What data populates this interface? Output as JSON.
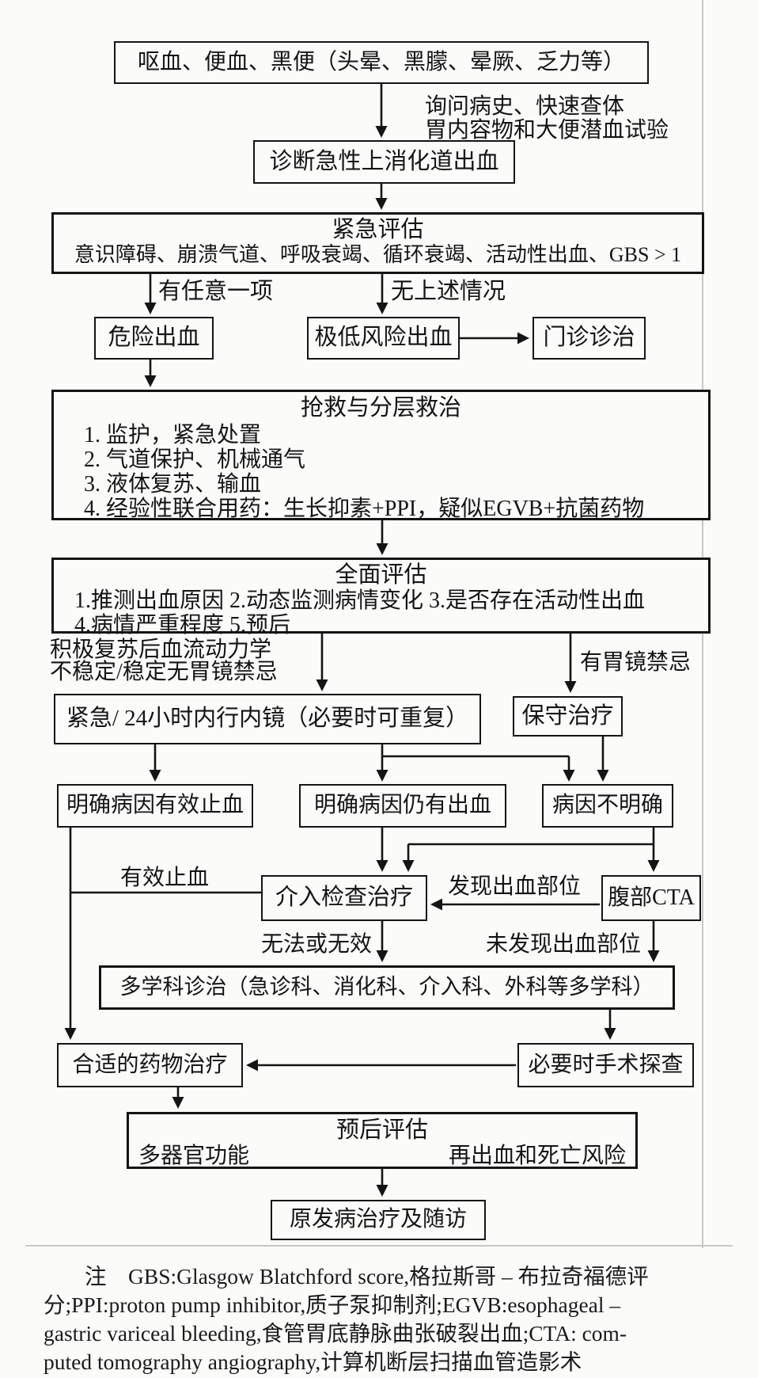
{
  "flowchart": {
    "nodes": {
      "symptoms": "呕血、便血、黑便（头晕、黑朦、晕厥、乏力等）",
      "diagnosis": "诊断急性上消化道出血",
      "urgent_assess_title": "紧急评估",
      "urgent_assess_detail": "意识障碍、崩溃气道、呼吸衰竭、循环衰竭、活动性出血、GBS > 1",
      "dangerous_bleeding": "危险出血",
      "very_low_risk": "极低风险出血",
      "outpatient": "门诊诊治",
      "rescue_title": "抢救与分层救治",
      "rescue_items": [
        "1. 监护，紧急处置",
        "2. 气道保护、机械通气",
        "3. 液体复苏、输血",
        "4. 经验性联合用药：生长抑素+PPI，疑似EGVB+抗菌药物"
      ],
      "full_assess_title": "全面评估",
      "full_assess_line1": "1.推测出血原因 2.动态监测病情变化 3.是否存在活动性出血",
      "full_assess_line2": "4.病情严重程度 5.预后",
      "endoscopy": "紧急/ 24小时内行内镜（必要时可重复）",
      "conservative": "保守治疗",
      "cause_hemostasis": "明确病因有效止血",
      "cause_still_bleeding": "明确病因仍有出血",
      "cause_unknown": "病因不明确",
      "intervention": "介入检查治疗",
      "abdominal_cta": "腹部CTA",
      "mdt": "多学科诊治（急诊科、消化科、介入科、外科等多学科）",
      "drug_therapy": "合适的药物治疗",
      "surgery": "必要时手术探查",
      "prognosis_title": "预后评估",
      "prognosis_left": "多器官功能",
      "prognosis_right": "再出血和死亡风险",
      "followup": "原发病治疗及随访"
    },
    "edge_labels": {
      "history_line1": "询问病史、快速查体",
      "history_line2": "胃内容物和大便潜血试验",
      "any_one": "有任意一项",
      "none_above": "无上述情况",
      "hemodynamics_line1": "积极复苏后血流动力学",
      "hemodynamics_line2": "不稳定/稳定无胃镜禁忌",
      "endoscopy_contraindicated": "有胃镜禁忌",
      "effective_hemostasis": "有效止血",
      "bleeding_site_found": "发现出血部位",
      "not_feasible_or_ineffective": "无法或无效",
      "bleeding_site_not_found": "未发现出血部位"
    },
    "footnote_lines": [
      "注　GBS:Glasgow Blatchford score,格拉斯哥 – 布拉奇福德评",
      "分;PPI:proton pump inhibitor,质子泵抑制剂;EGVB:esophageal –",
      "gastric variceal bleeding,食管胃底静脉曲张破裂出血;CTA: com-",
      "puted tomography angiography,计算机断层扫描血管造影术"
    ]
  }
}
